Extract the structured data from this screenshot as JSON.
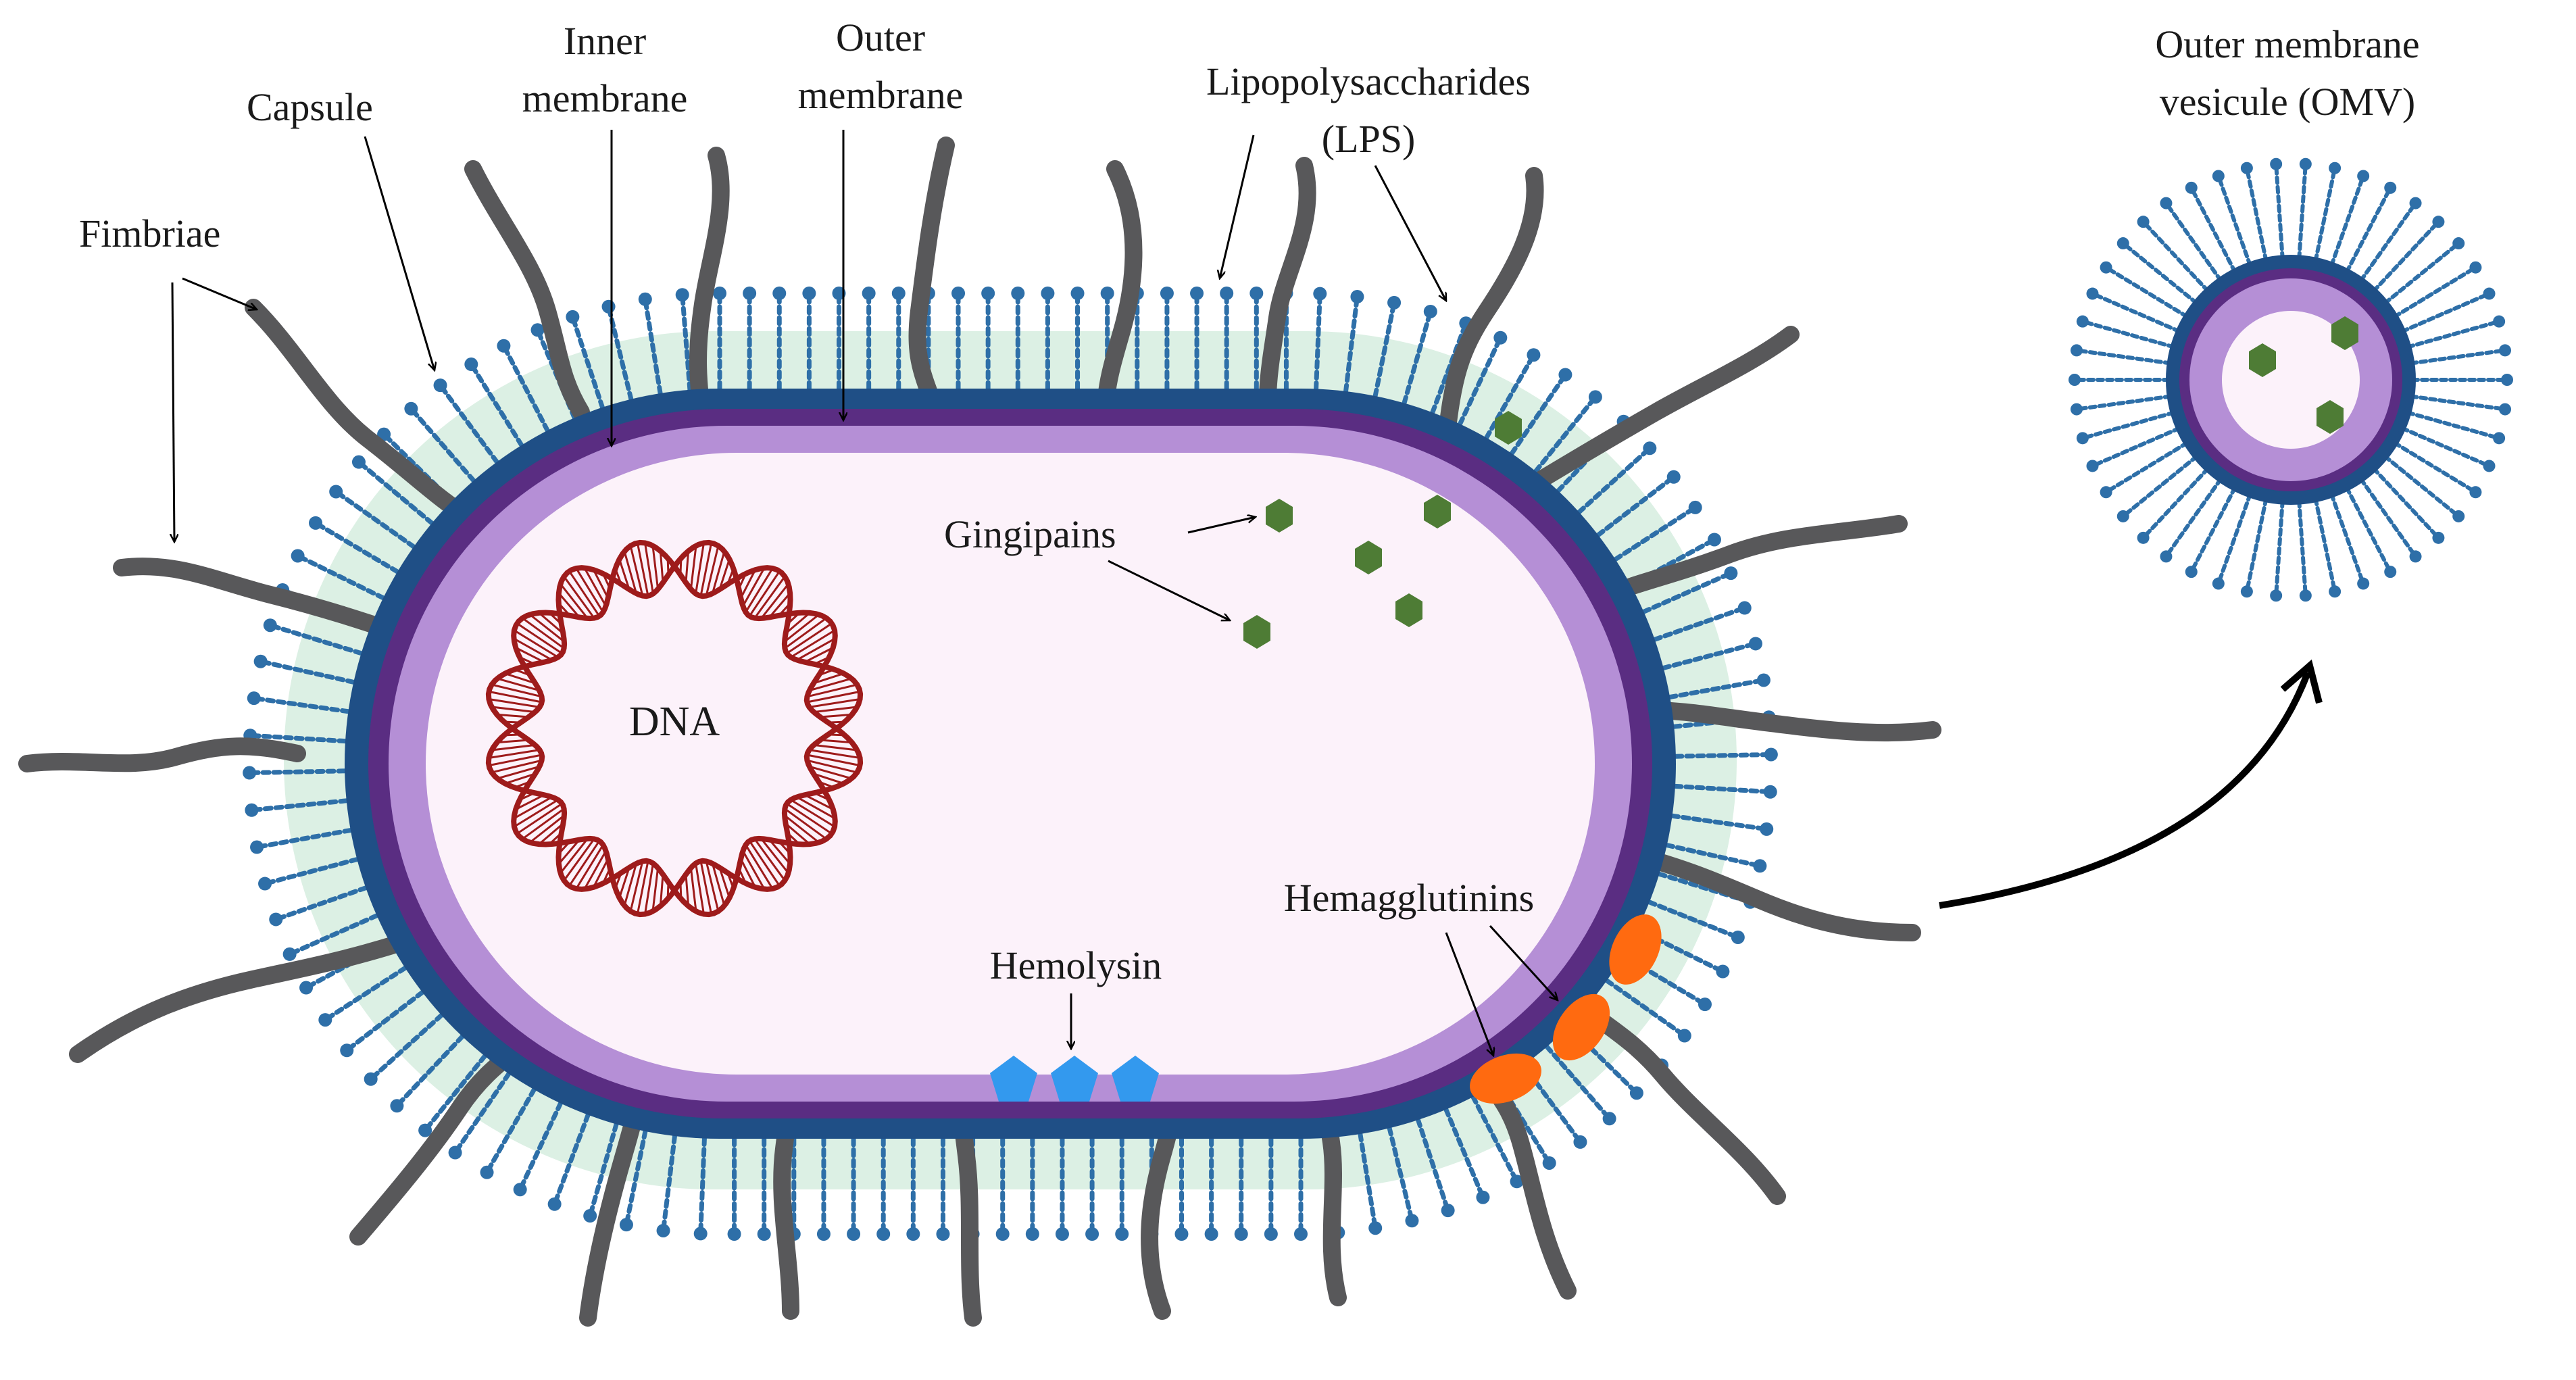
{
  "labels": {
    "fimbriae": "Fimbriae",
    "capsule": "Capsule",
    "inner_membrane_1": "Inner",
    "inner_membrane_2": "membrane",
    "outer_membrane_1": "Outer",
    "outer_membrane_2": "membrane",
    "lps_1": "Lipopolysaccharides",
    "lps_2": "(LPS)",
    "omv_1": "Outer membrane",
    "omv_2": "vesicule (OMV)",
    "gingipains": "Gingipains",
    "dna": "DNA",
    "hemolysin": "Hemolysin",
    "hemagglutinins": "Hemagglutinins"
  },
  "colors": {
    "capsule": "#dcf0e4",
    "lps": "#2e6fa8",
    "outer_membrane": "#1f4f86",
    "inner_membrane_dark": "#5a2d82",
    "periplasm": "#b58fd6",
    "cytoplasm": "#fcf2fa",
    "fimbriae": "#58585a",
    "gingipain": "#4e7c35",
    "hemolysin": "#3399ee",
    "hemagglutinin": "#ff6a10",
    "dna": "#9e1b1b"
  }
}
